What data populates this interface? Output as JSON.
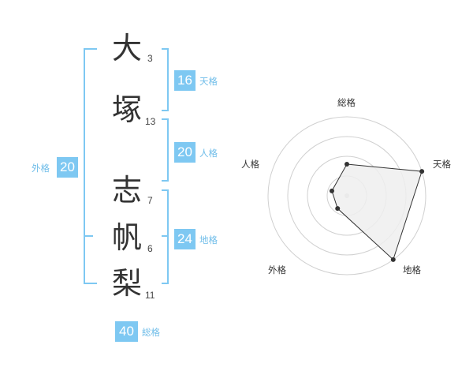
{
  "name_chars": [
    {
      "char": "大",
      "strokes": "3"
    },
    {
      "char": "塚",
      "strokes": "13"
    },
    {
      "char": "志",
      "strokes": "7"
    },
    {
      "char": "帆",
      "strokes": "6"
    },
    {
      "char": "梨",
      "strokes": "11"
    }
  ],
  "kakusu": {
    "tenkaku": {
      "value": "16",
      "label": "天格"
    },
    "jinkaku": {
      "value": "20",
      "label": "人格"
    },
    "chikaku": {
      "value": "24",
      "label": "地格"
    },
    "gaikaku": {
      "value": "20",
      "label": "外格"
    },
    "soukaku": {
      "value": "40",
      "label": "総格"
    }
  },
  "colors": {
    "accent": "#7ec8f2",
    "text": "#333333",
    "radar_fill": "#eeeeee"
  },
  "chart_data": {
    "type": "radar",
    "axes": [
      "総格",
      "天格",
      "地格",
      "外格",
      "人格"
    ],
    "values": [
      0.4,
      1.0,
      1.0,
      0.2,
      0.2
    ],
    "rings": 4
  }
}
